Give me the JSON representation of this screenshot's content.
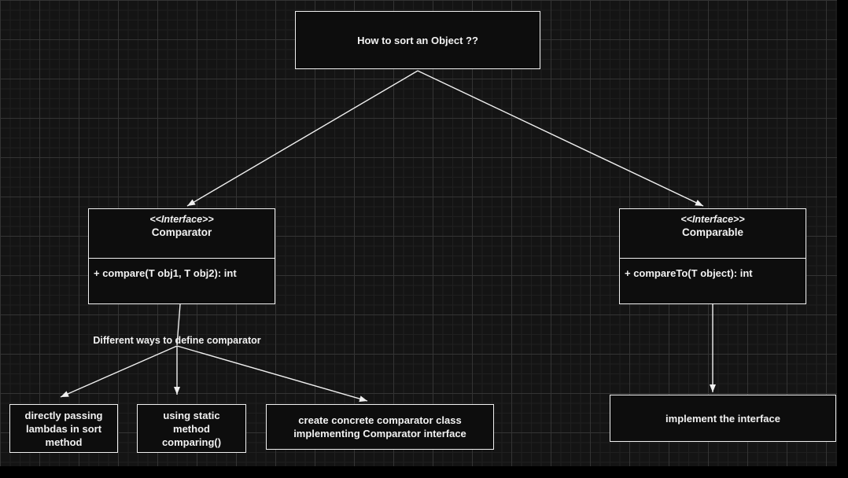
{
  "theme": {
    "outer-bg": "#000000",
    "canvas-bg": "#141414",
    "grid-minor": "#1f1f1f",
    "grid-major": "#343434",
    "node-fill": "#0d0d0d",
    "node-stroke": "#f0f0f0",
    "edge-color": "#f0f0f0",
    "text-color": "#f2f2f2"
  },
  "nodes": {
    "root": {
      "label": "How to sort an Object ??"
    },
    "comparator": {
      "stereotype": "<<Interface>>",
      "name": "Comparator",
      "method": "+ compare(T obj1, T obj2): int"
    },
    "comparable": {
      "stereotype": "<<Interface>>",
      "name": "Comparable",
      "method": "+ compareTo(T object): int"
    },
    "lambda": {
      "label": "directly passing\nlambdas in sort\nmethod"
    },
    "static_method": {
      "label": "using static\nmethod\ncomparing()"
    },
    "concrete": {
      "label": "create concrete comparator class\nimplementing Comparator interface"
    },
    "implement": {
      "label": "implement the interface"
    }
  },
  "labels": {
    "branch": "Different ways to define comparator"
  }
}
